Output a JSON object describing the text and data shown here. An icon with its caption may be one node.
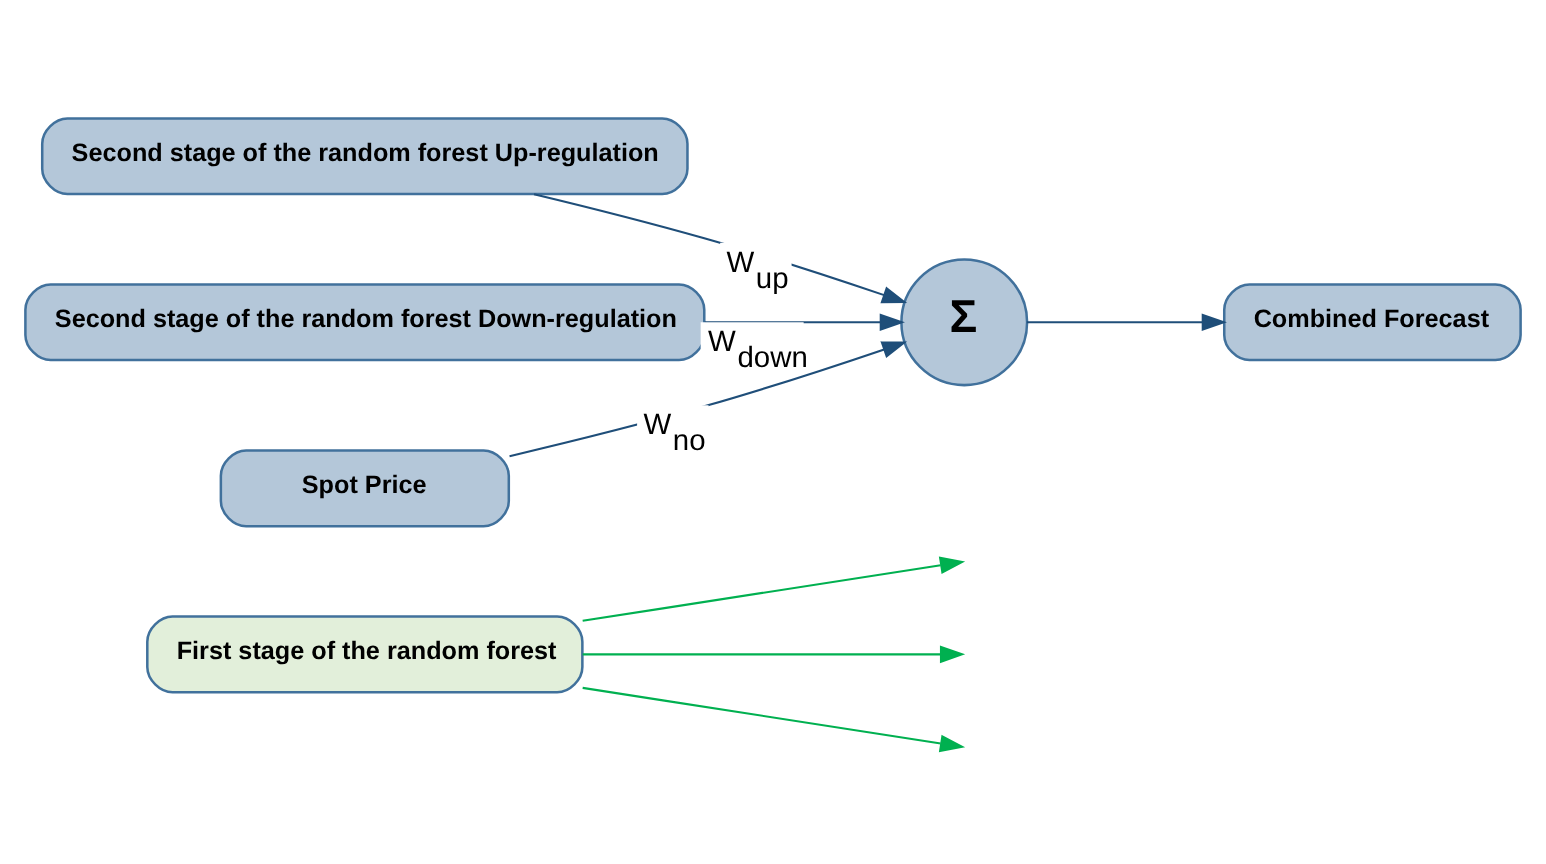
{
  "diagram": {
    "nodes": [
      {
        "text": [
          "First stage of the random forest"
        ]
      },
      {
        "text": [
          "Second stage of the random forest Up-regulation"
        ]
      },
      {
        "text": [
          "Second stage of the random forest Down-regulation"
        ]
      },
      {
        "text": [
          "Spot Price"
        ]
      },
      {
        "text": [
          "Σ"
        ]
      },
      {
        "text": [
          "Combined Forecast"
        ]
      }
    ],
    "edges": [
      {
        "from": 1,
        "to": 4,
        "arrow": "to",
        "label": "W$_{up}$"
      },
      {
        "from": 2,
        "to": 4,
        "arrow": "to",
        "label": "W$_{down}$"
      },
      {
        "from": 3,
        "to": 4,
        "arrow": "to",
        "label": "W$_{no}$"
      },
      {
        "from": 4,
        "to": 5,
        "arrow": "to"
      },
      {
        "from": 0,
        "to": null,
        "arrow": "to",
        "color": "#00b050"
      },
      {
        "from": 0,
        "to": null,
        "arrow": "to",
        "color": "#00b050"
      },
      {
        "from": 0,
        "to": null,
        "arrow": "to",
        "color": "#00b050"
      }
    ]
  }
}
